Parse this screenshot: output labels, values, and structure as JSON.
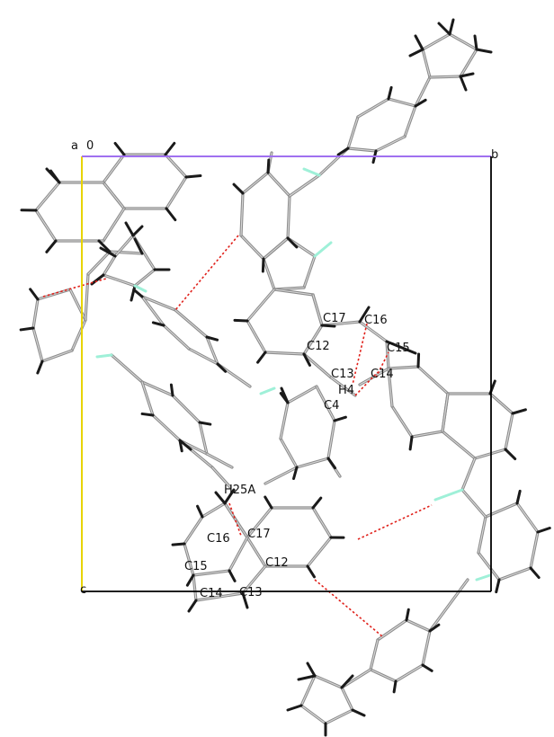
{
  "axes": {
    "origin_label": "0",
    "a_label": "a",
    "b_label": "b",
    "c_label": "c",
    "a_color": "#e8d400",
    "b_color": "#a070f0",
    "c_color": "#000000"
  },
  "atom_labels": [
    "C17",
    "C16",
    "C12",
    "C15",
    "C13",
    "C14",
    "H4",
    "C4",
    "H25A",
    "C16",
    "C17",
    "C15",
    "C12",
    "C14",
    "C13"
  ],
  "colors": {
    "bond": "#8c8c8c",
    "hydrogen": "#1a1a1a",
    "fluorine": "#9ff0d8",
    "contact": "#e0201a"
  }
}
